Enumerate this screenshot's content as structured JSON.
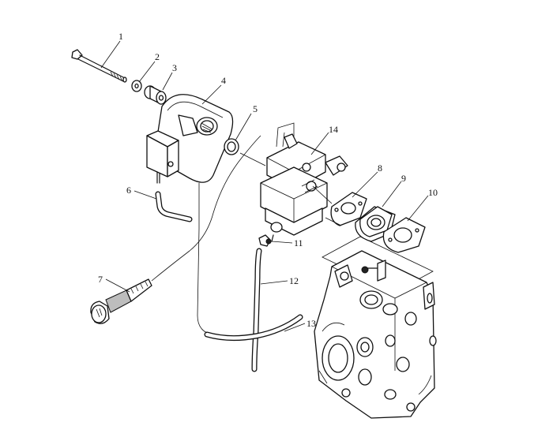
{
  "callouts": [
    {
      "number": "1"
    },
    {
      "number": "2"
    },
    {
      "number": "3"
    },
    {
      "number": "4"
    },
    {
      "number": "5"
    },
    {
      "number": "6"
    },
    {
      "number": "7"
    },
    {
      "number": "8"
    },
    {
      "number": "9"
    },
    {
      "number": "10"
    },
    {
      "number": "11"
    },
    {
      "number": "12"
    },
    {
      "number": "13"
    },
    {
      "number": "14"
    }
  ],
  "colors": {
    "ink": "#111111",
    "paper": "#ffffff"
  }
}
